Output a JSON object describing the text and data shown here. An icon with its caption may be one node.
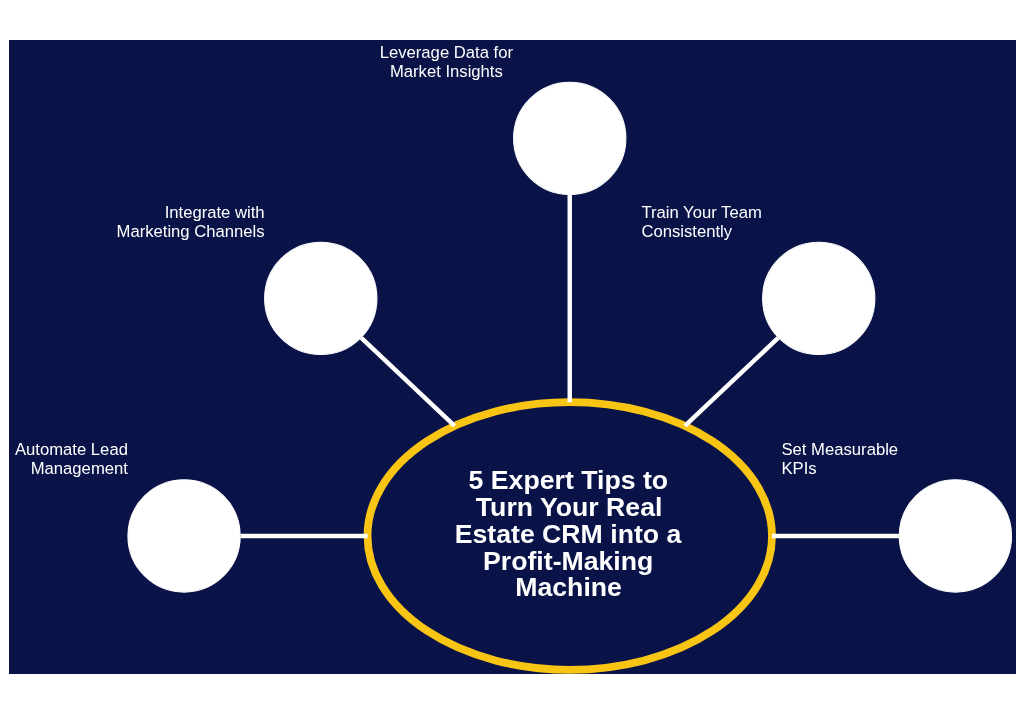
{
  "diagram": {
    "nodes": [
      {
        "text": [
          "Leverage Data for Market Insights"
        ]
      },
      {
        "text": [
          "Integrate with Marketing Channels"
        ]
      },
      {
        "text": [
          "Train Your Team Consistently"
        ]
      },
      {
        "text": [
          "5 Expert Tips to Turn Your Real Estate CRM into a Profit-Making Machine"
        ]
      },
      {
        "text": [
          "Automate Lead Management"
        ]
      },
      {
        "text": [
          "Set Measurable KPIs"
        ]
      }
    ],
    "edges": [
      {
        "from": 0,
        "to": 3,
        "arrow": "none"
      },
      {
        "from": 1,
        "to": 3,
        "arrow": "none"
      },
      {
        "from": 2,
        "to": 3,
        "arrow": "none"
      },
      {
        "from": 4,
        "to": 3,
        "arrow": "none"
      },
      {
        "from": 3,
        "to": 5,
        "arrow": "none"
      }
    ]
  }
}
